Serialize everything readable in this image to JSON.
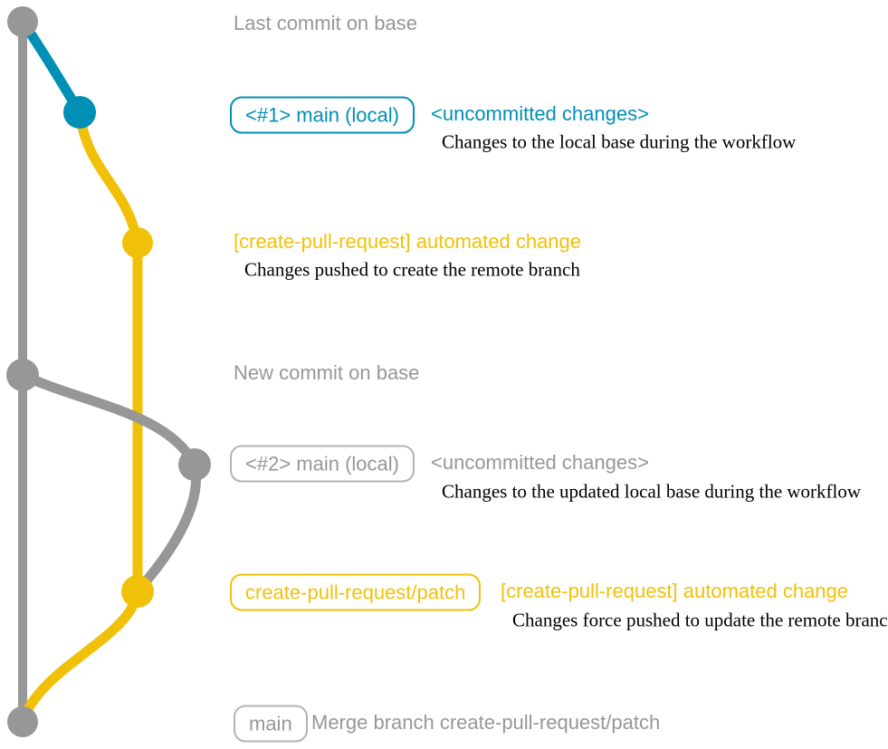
{
  "colors": {
    "branch_gray": "#979797",
    "branch_blue": "#008fb5",
    "branch_yellow": "#f1c109",
    "description_text": "#000000"
  },
  "annotations": {
    "row1": {
      "label": "Last commit on base"
    },
    "row2": {
      "badge": "<#1> main (local)",
      "status": "<uncommitted changes>",
      "description": "Changes to the local base during the workflow"
    },
    "row3": {
      "commit_message": "[create-pull-request] automated change",
      "description": "Changes pushed to create the remote branch"
    },
    "row4": {
      "label": "New commit on base"
    },
    "row5": {
      "badge": "<#2> main (local)",
      "status": "<uncommitted changes>",
      "description": "Changes to the updated local base during the workflow"
    },
    "row6": {
      "badge": "create-pull-request/patch",
      "commit_message": "[create-pull-request] automated change",
      "description": "Changes force pushed to update the remote branch"
    },
    "row7": {
      "badge": "main",
      "commit_message": "Merge branch create-pull-request/patch"
    }
  }
}
